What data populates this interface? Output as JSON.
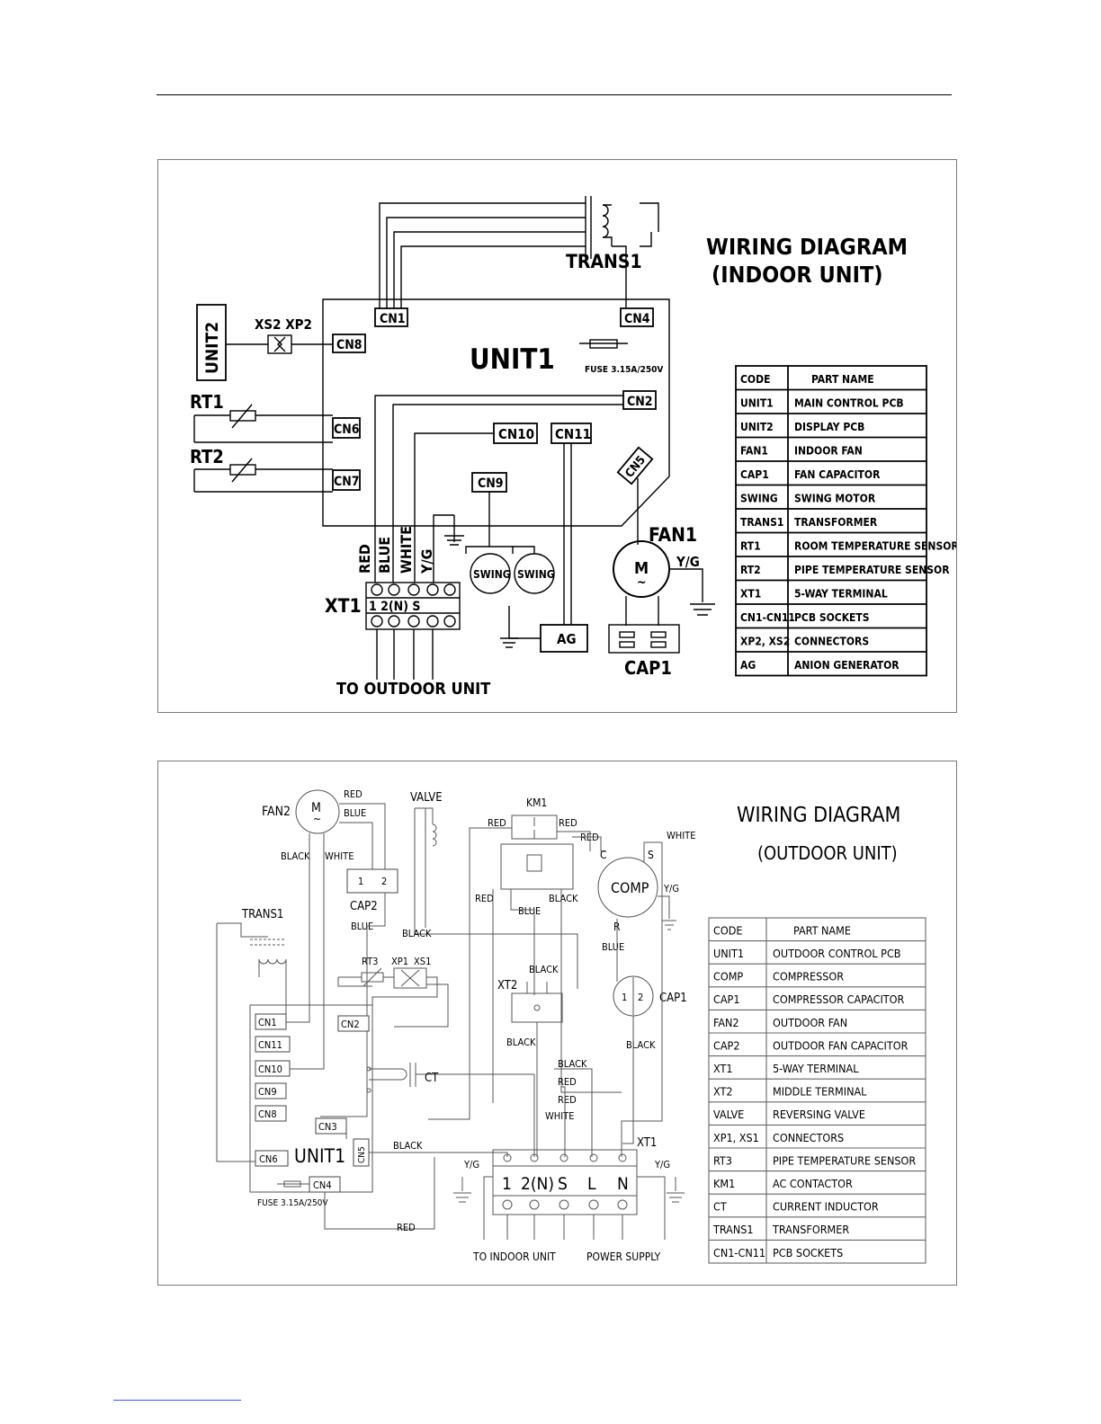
{
  "indoor": {
    "title_line1": "WIRING DIAGRAM",
    "title_line2": "(INDOOR UNIT)",
    "labels": {
      "unit1": "UNIT1",
      "unit2": "UNIT2",
      "trans1": "TRANS1",
      "fuse": "FUSE 3.15A/250V",
      "cn1": "CN1",
      "cn2": "CN2",
      "cn4": "CN4",
      "cn5": "CN5",
      "cn6": "CN6",
      "cn7": "CN7",
      "cn8": "CN8",
      "cn9": "CN9",
      "cn10": "CN10",
      "cn11": "CN11",
      "xs2xp2": "XS2 XP2",
      "rt1": "RT1",
      "rt2": "RT2",
      "red": "RED",
      "blue": "BLUE",
      "white": "WHITE",
      "yg": "Y/G",
      "xt1": "XT1",
      "terminals": "1 2(N) S",
      "swing1": "SWING",
      "swing2": "SWING",
      "ag": "AG",
      "fan1": "FAN1",
      "motor": "M",
      "tilde": "~",
      "fan_yg": "Y/G",
      "cap1": "CAP1",
      "to_outdoor": "TO OUTDOOR UNIT"
    },
    "table": {
      "header": [
        "CODE",
        "PART NAME"
      ],
      "rows": [
        [
          "UNIT1",
          "MAIN CONTROL PCB"
        ],
        [
          "UNIT2",
          "DISPLAY PCB"
        ],
        [
          "FAN1",
          "INDOOR FAN"
        ],
        [
          "CAP1",
          "FAN CAPACITOR"
        ],
        [
          "SWING",
          "SWING MOTOR"
        ],
        [
          "TRANS1",
          "TRANSFORMER"
        ],
        [
          "RT1",
          "ROOM TEMPERATURE SENSOR"
        ],
        [
          "RT2",
          "PIPE TEMPERATURE SENSOR"
        ],
        [
          "XT1",
          "5-WAY TERMINAL"
        ],
        [
          "CN1-CN11",
          "PCB SOCKETS"
        ],
        [
          "XP2, XS2",
          "CONNECTORS"
        ],
        [
          "AG",
          "ANION GENERATOR"
        ]
      ]
    }
  },
  "outdoor": {
    "title_line1": "WIRING DIAGRAM",
    "title_line2": "(OUTDOOR UNIT)",
    "labels": {
      "fan2": "FAN2",
      "motor": "M",
      "tilde": "~",
      "red1": "RED",
      "blue1": "BLUE",
      "black1": "BLACK",
      "white1": "WHITE",
      "valve": "VALVE",
      "km1": "KM1",
      "red2": "RED",
      "red3": "RED",
      "red4": "RED",
      "white2": "WHITE",
      "c": "C",
      "s": "S",
      "comp": "COMP",
      "comp_yg": "Y/G",
      "r": "R",
      "cap2": "CAP2",
      "cap2_1": "1",
      "cap2_2": "2",
      "blue2": "BLUE",
      "black2": "BLACK",
      "red5": "RED",
      "blue3": "BLUE",
      "black3": "BLACK",
      "blue4": "BLUE",
      "trans1": "TRANS1",
      "rt3": "RT3",
      "xp1": "XP1",
      "xs1": "XS1",
      "black4": "BLACK",
      "xt2": "XT2",
      "cap1": "CAP1",
      "cap1_1": "1",
      "cap1_2": "2",
      "cn1": "CN1",
      "cn2": "CN2",
      "cn11": "CN11",
      "cn10": "CN10",
      "cn9": "CN9",
      "cn8": "CN8",
      "cn3": "CN3",
      "cn6": "CN6",
      "cn5": "CN5",
      "cn4": "CN4",
      "unit1": "UNIT1",
      "fuse": "FUSE 3.15A/250V",
      "black5": "BLACK",
      "black6": "BLACK",
      "black7": "BLACK",
      "ct": "CT",
      "red6": "RED",
      "red7": "RED",
      "white3": "WHITE",
      "black8": "BLACK",
      "xt1": "XT1",
      "yg_l": "Y/G",
      "yg_r": "Y/G",
      "t1": "1",
      "t2": "2(N)",
      "ts": "S",
      "tl": "L",
      "tn": "N",
      "red8": "RED",
      "to_indoor": "TO INDOOR UNIT",
      "power_supply": "POWER SUPPLY"
    },
    "table": {
      "header": [
        "CODE",
        "PART NAME"
      ],
      "rows": [
        [
          "UNIT1",
          "OUTDOOR CONTROL PCB"
        ],
        [
          "COMP",
          "COMPRESSOR"
        ],
        [
          "CAP1",
          "COMPRESSOR CAPACITOR"
        ],
        [
          "FAN2",
          "OUTDOOR FAN"
        ],
        [
          "CAP2",
          "OUTDOOR FAN CAPACITOR"
        ],
        [
          "XT1",
          "5-WAY TERMINAL"
        ],
        [
          "XT2",
          "MIDDLE TERMINAL"
        ],
        [
          "VALVE",
          "REVERSING VALVE"
        ],
        [
          "XP1, XS1",
          "CONNECTORS"
        ],
        [
          "RT3",
          "PIPE TEMPERATURE SENSOR"
        ],
        [
          "KM1",
          "AC CONTACTOR"
        ],
        [
          "CT",
          "CURRENT INDUCTOR"
        ],
        [
          "TRANS1",
          "TRANSFORMER"
        ],
        [
          "CN1-CN11",
          "PCB SOCKETS"
        ]
      ]
    }
  }
}
